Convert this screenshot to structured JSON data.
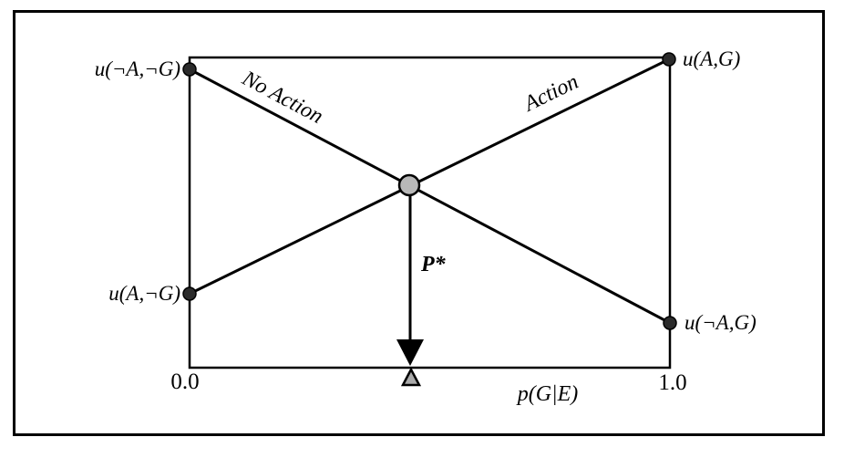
{
  "diagram": {
    "corner_labels": {
      "top_left": "u(¬A,¬G)",
      "top_right": "u(A,G)",
      "bottom_left": "u(A,¬G)",
      "right_lower": "u(¬A,G)"
    },
    "line_labels": {
      "no_action": "No Action",
      "action": "Action"
    },
    "threshold_label": "P*",
    "x_axis": {
      "label": "p(G|E)",
      "tick_min": "0.0",
      "tick_max": "1.0"
    },
    "colors": {
      "line": "#000000",
      "crossing_point_fill": "#b8b8b8",
      "endpoint_dot_fill": "#2b2b2b",
      "axis_marker_fill": "#aaaaaa"
    }
  },
  "chart_data": {
    "type": "line",
    "xlabel": "p(G|E)",
    "xlim": [
      0.0,
      1.0
    ],
    "x_ticks": [
      "0.0",
      "1.0"
    ],
    "series": [
      {
        "name": "No Action",
        "x": [
          0.0,
          1.0
        ],
        "endpoint_labels": [
          "u(¬A,¬G)",
          "u(¬A,G)"
        ],
        "y_normalized": [
          0.96,
          0.14
        ]
      },
      {
        "name": "Action",
        "x": [
          0.0,
          1.0
        ],
        "endpoint_labels": [
          "u(A,¬G)",
          "u(A,G)"
        ],
        "y_normalized": [
          0.24,
          0.99
        ]
      }
    ],
    "crossing": {
      "label": "P*",
      "x_normalized": 0.46
    },
    "legend_position": "labels-along-lines",
    "grid": false
  }
}
